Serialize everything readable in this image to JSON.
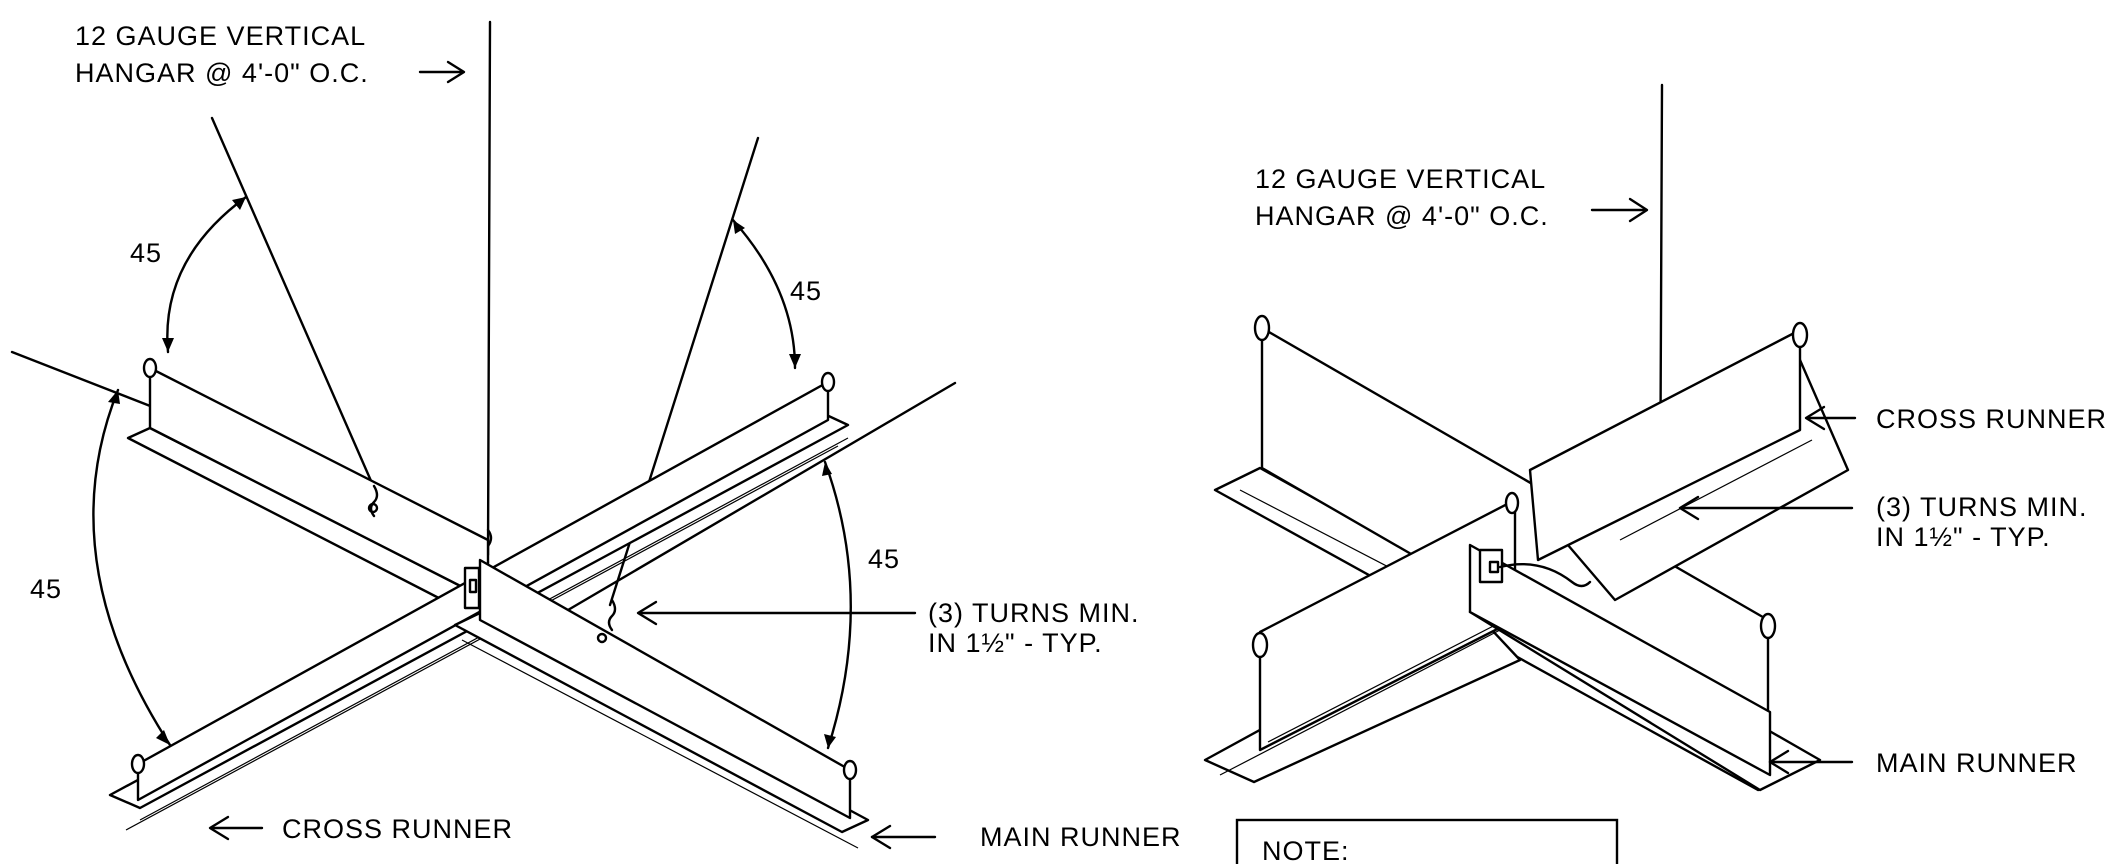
{
  "left_detail": {
    "hangar_label": [
      "12 GAUGE VERTICAL",
      "HANGAR @ 4'-0\" O.C."
    ],
    "angle_labels": [
      "45",
      "45",
      "45",
      "45"
    ],
    "turns_label": [
      "(3) TURNS MIN.",
      "IN 1½\" - TYP."
    ],
    "cross_runner_label": "CROSS RUNNER",
    "main_runner_label": "MAIN RUNNER"
  },
  "right_detail": {
    "hangar_label": [
      "12 GAUGE VERTICAL",
      "HANGAR @ 4'-0\" O.C."
    ],
    "cross_runner_label": "CROSS RUNNER",
    "turns_label": [
      "(3) TURNS MIN.",
      "IN 1½\" - TYP."
    ],
    "main_runner_label": "MAIN RUNNER"
  },
  "note": {
    "title": "NOTE:"
  }
}
